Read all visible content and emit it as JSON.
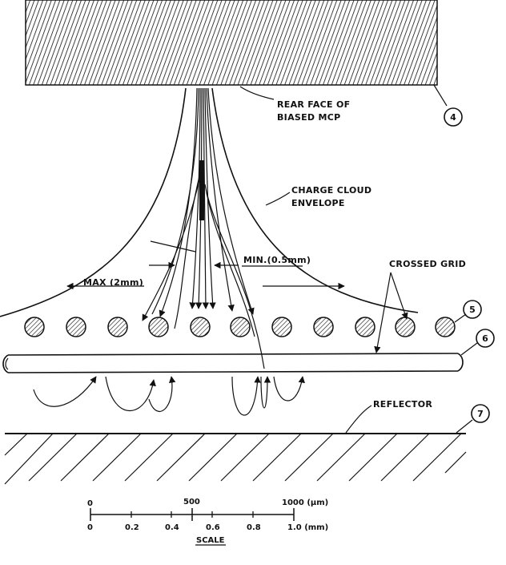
{
  "labels": {
    "mcp_line1": "REAR FACE OF",
    "mcp_line2": "BIASED MCP",
    "cloud_line1": "CHARGE CLOUD",
    "cloud_line2": "ENVELOPE",
    "crossed_grid": "CROSSED GRID",
    "reflector": "REFLECTOR",
    "max": "MAX (2mm)",
    "min": "MIN.(0.5mm)"
  },
  "callouts": {
    "c4": "4",
    "c5": "5",
    "c6": "6",
    "c7": "7"
  },
  "scale": {
    "top_ticks": [
      "0",
      "500",
      "1000 (µm)"
    ],
    "bottom_ticks": [
      "0",
      "0.2",
      "0.4",
      "0.6",
      "0.8",
      "1.0 (mm)"
    ],
    "caption": "SCALE"
  }
}
